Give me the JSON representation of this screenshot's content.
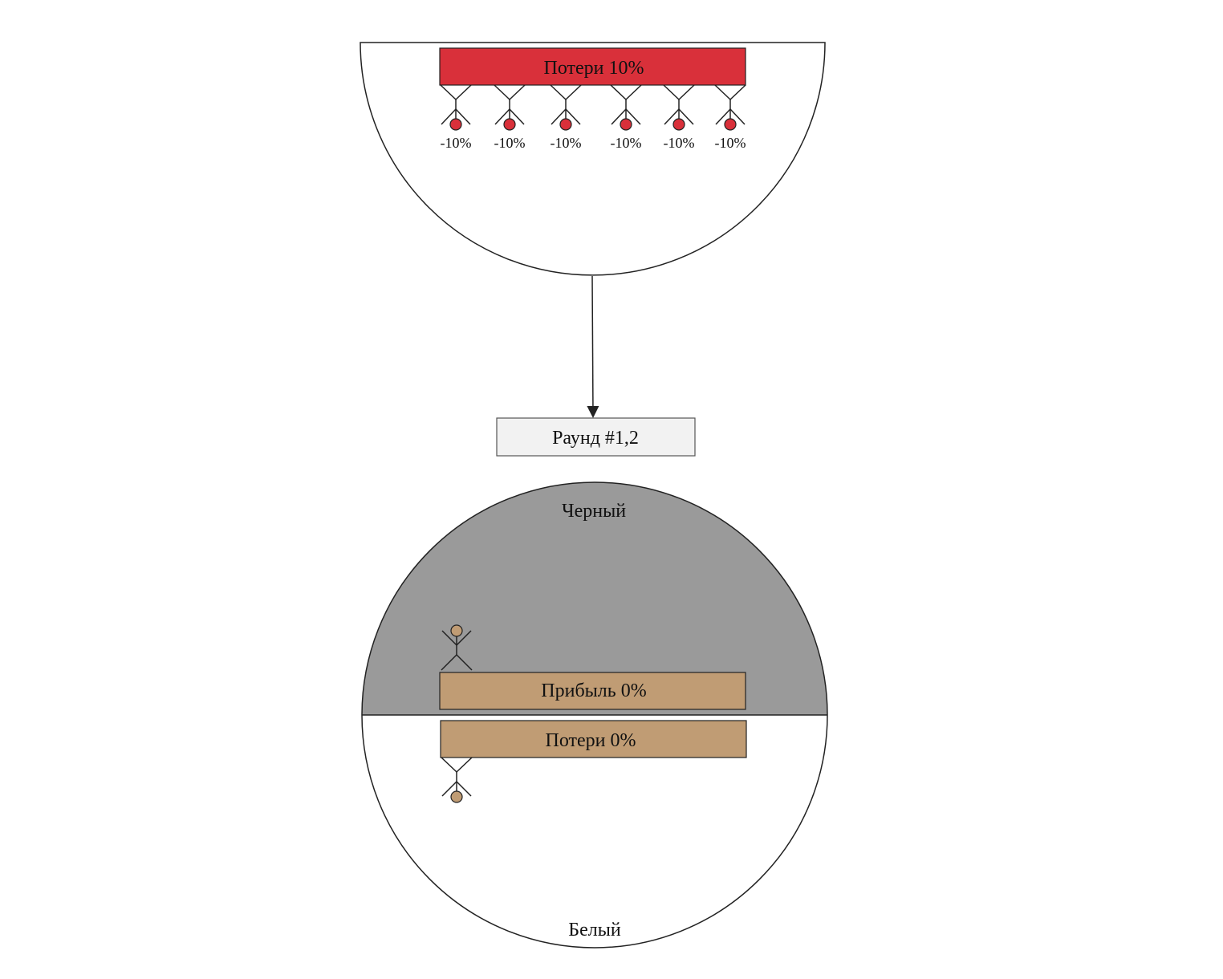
{
  "colors": {
    "loss_red": "#d9303a",
    "neutral_tan": "#c09c74",
    "black_zone": "#9a9a9a",
    "round_box": "#f2f2f2"
  },
  "top_group": {
    "bar_label": "Потери 10%",
    "figures": [
      {
        "label": "-10%"
      },
      {
        "label": "-10%"
      },
      {
        "label": "-10%"
      },
      {
        "label": "-10%"
      },
      {
        "label": "-10%"
      },
      {
        "label": "-10%"
      }
    ]
  },
  "round": {
    "label": "Раунд #1,2"
  },
  "bottom_group": {
    "black_label": "Черный",
    "white_label": "Белый",
    "profit_bar_label": "Прибыль 0%",
    "loss_bar_label": "Потери 0%"
  }
}
